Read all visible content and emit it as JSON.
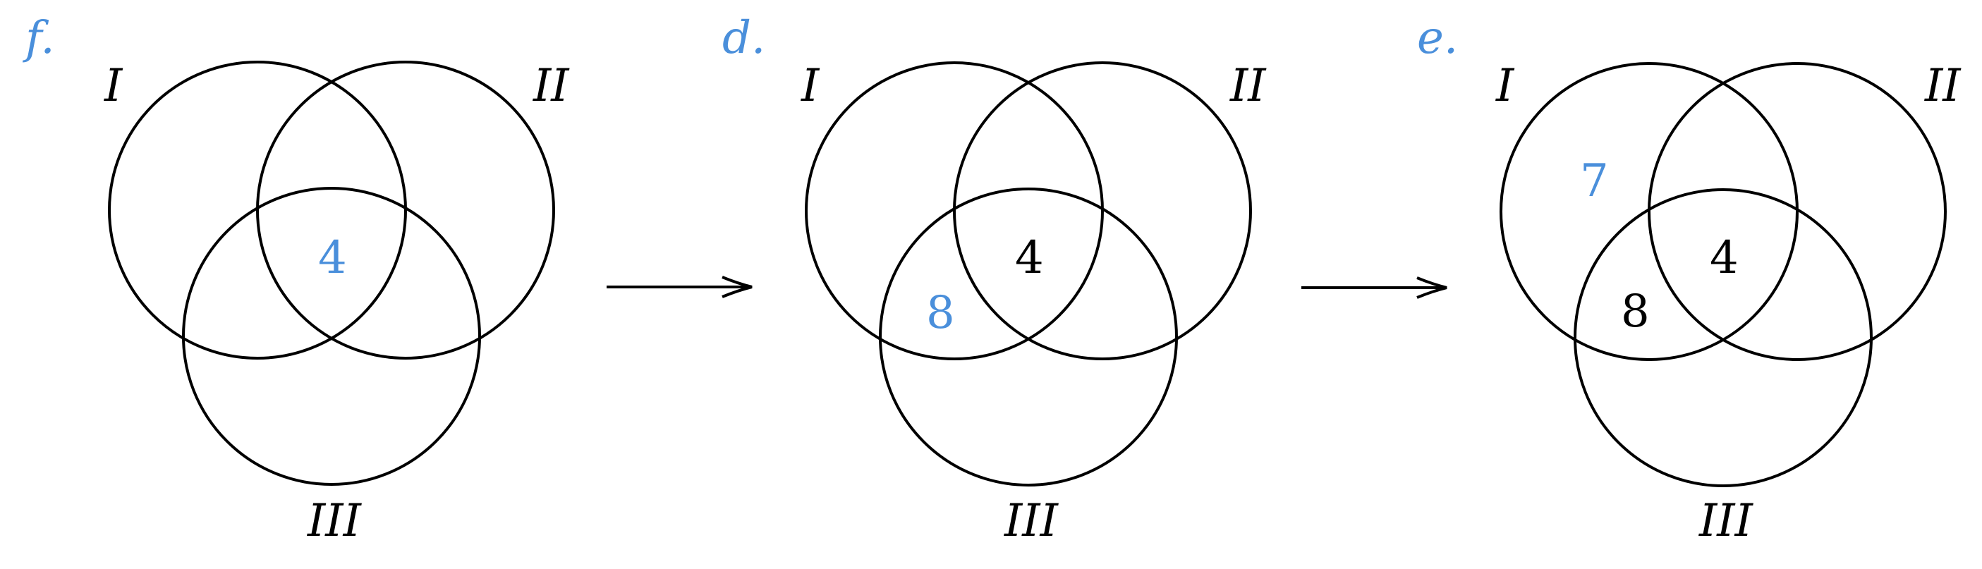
{
  "colors": {
    "highlight": "#4a8fdb",
    "ink": "#000000"
  },
  "steps": [
    {
      "step_label": "f.",
      "set_labels": {
        "one": "I",
        "two": "II",
        "three": "III"
      },
      "regions": {
        "all_three": {
          "value": "4",
          "highlight": true
        }
      }
    },
    {
      "step_label": "d.",
      "set_labels": {
        "one": "I",
        "two": "II",
        "three": "III"
      },
      "regions": {
        "all_three": {
          "value": "4",
          "highlight": false
        },
        "one_three_only": {
          "value": "8",
          "highlight": true
        }
      }
    },
    {
      "step_label": "e.",
      "set_labels": {
        "one": "I",
        "two": "II",
        "three": "III"
      },
      "regions": {
        "all_three": {
          "value": "4",
          "highlight": false
        },
        "one_three_only": {
          "value": "8",
          "highlight": false
        },
        "one_only": {
          "value": "7",
          "highlight": true
        }
      }
    }
  ],
  "arrows": [
    {
      "icon": "right-arrow-icon"
    },
    {
      "icon": "right-arrow-icon"
    }
  ]
}
